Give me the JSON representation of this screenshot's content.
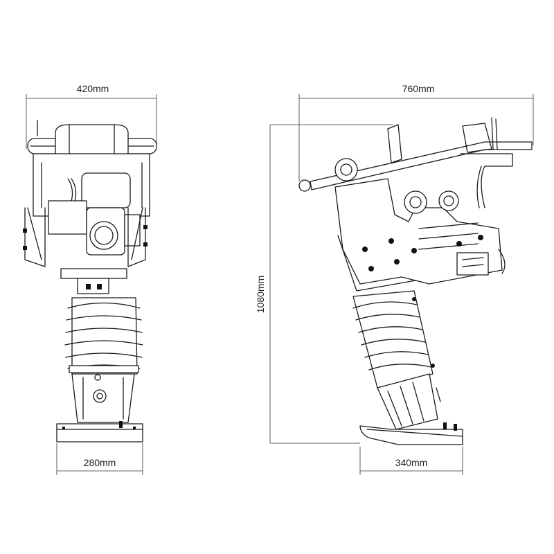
{
  "dimensions": {
    "front_top_width": "420mm",
    "front_base_width": "280mm",
    "side_top_width": "760mm",
    "side_height": "1080mm",
    "side_base_width": "340mm"
  },
  "colors": {
    "line": "#1a1a1a",
    "background": "#ffffff"
  }
}
